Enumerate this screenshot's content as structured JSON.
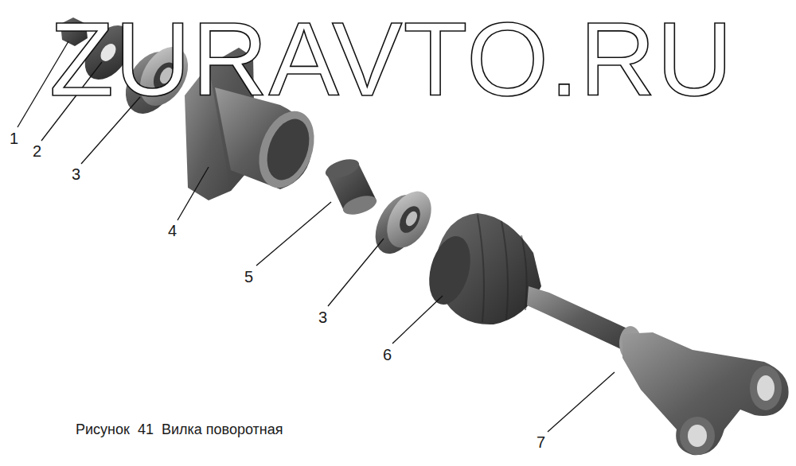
{
  "diagram": {
    "caption": "Рисунок  41  Вилка поворотная",
    "labels": [
      "ZURAVTO.RU",
      "1",
      "2",
      "3",
      "4",
      "5",
      "3",
      "6",
      "7"
    ]
  }
}
